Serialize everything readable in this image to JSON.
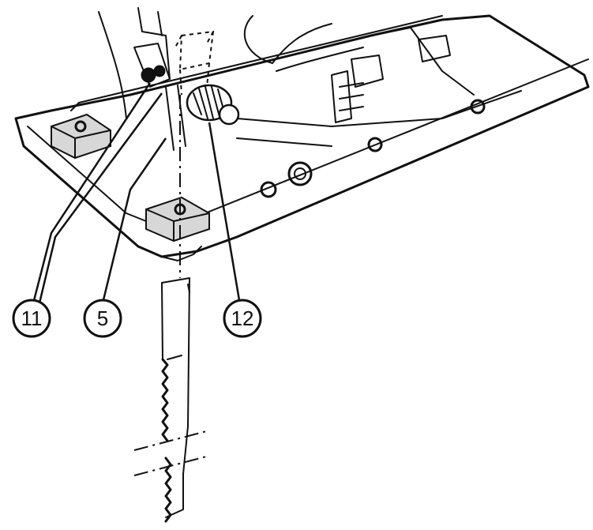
{
  "callouts": {
    "c11": "11",
    "c5": "5",
    "c12": "12"
  }
}
